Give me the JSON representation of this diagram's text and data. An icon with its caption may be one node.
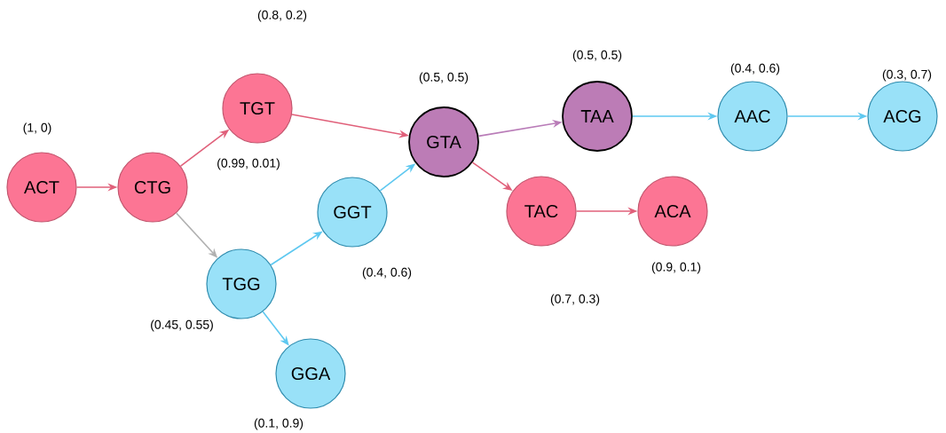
{
  "diagram": {
    "nodes": [
      {
        "text": [
          "ACT"
        ]
      },
      {
        "text": [
          "CTG"
        ]
      },
      {
        "text": [
          "TGT"
        ]
      },
      {
        "text": [
          "GTA"
        ]
      },
      {
        "text": [
          "TAA"
        ]
      },
      {
        "text": [
          "AAC"
        ]
      },
      {
        "text": [
          "ACG"
        ]
      },
      {
        "text": [
          "TAC"
        ]
      },
      {
        "text": [
          "ACA"
        ]
      },
      {
        "text": [
          "GGT"
        ]
      },
      {
        "text": [
          "TGG"
        ]
      },
      {
        "text": [
          "GGA"
        ]
      }
    ],
    "edges": [
      {
        "from": 0,
        "to": 1,
        "arrow": "to",
        "color": "#e0607a"
      },
      {
        "from": 1,
        "to": 2,
        "arrow": "to",
        "color": "#e0607a"
      },
      {
        "from": 2,
        "to": 3,
        "arrow": "to",
        "color": "#e0607a"
      },
      {
        "from": 3,
        "to": 4,
        "arrow": "to",
        "color": "#b97cb8"
      },
      {
        "from": 4,
        "to": 5,
        "arrow": "to",
        "color": "#5ec8f0"
      },
      {
        "from": 5,
        "to": 6,
        "arrow": "to",
        "color": "#5ec8f0"
      },
      {
        "from": 3,
        "to": 7,
        "arrow": "to",
        "color": "#e0607a"
      },
      {
        "from": 7,
        "to": 8,
        "arrow": "to",
        "color": "#e0607a"
      },
      {
        "from": 1,
        "to": 10,
        "arrow": "to",
        "color": "#b0b0b0"
      },
      {
        "from": 10,
        "to": 9,
        "arrow": "to",
        "color": "#5ec8f0"
      },
      {
        "from": 9,
        "to": 3,
        "arrow": "to",
        "color": "#5ec8f0"
      },
      {
        "from": 10,
        "to": 11,
        "arrow": "to",
        "color": "#5ec8f0"
      }
    ],
    "labels": [
      "(0.8, 0.2)",
      "(0.5, 0.5)",
      "(0.4, 0.6)",
      "(0.3, 0.7)",
      "(0.5, 0.5)",
      "(1, 0)",
      "(0.99, 0.01)",
      "(0.9, 0.1)",
      "(0.4, 0.6)",
      "(0.7, 0.3)",
      "(0.45, 0.55)",
      "(0.1, 0.9)"
    ]
  }
}
